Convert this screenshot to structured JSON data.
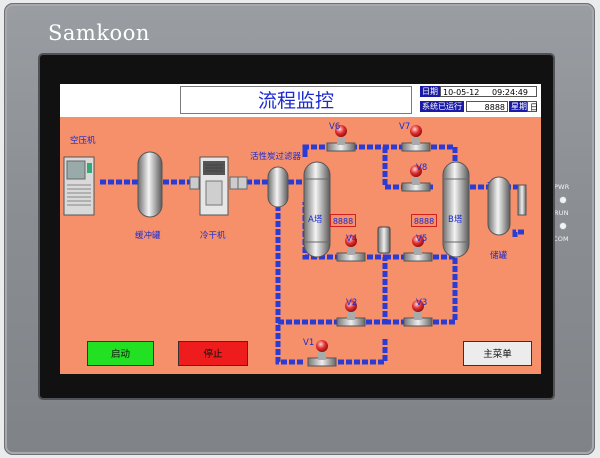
{
  "device": {
    "brand": "Samkoon",
    "leds": [
      "PWR",
      "RUN",
      "COM"
    ]
  },
  "header": {
    "title": "流程监控",
    "date_label": "日期",
    "date_value": "10-05-12",
    "time_value": "09:24:49",
    "uptime_label": "系统已运行",
    "uptime_value": "8888",
    "weekday_label": "星期",
    "weekday_value": "日"
  },
  "equipment": {
    "compressor": "空压机",
    "buffer_tank": "缓冲罐",
    "dryer": "冷干机",
    "filter": "活性炭过滤器",
    "tower_a": "A塔",
    "tower_b": "B塔",
    "storage_tank": "储罐",
    "tower_a_value": "8888",
    "tower_b_value": "8888"
  },
  "valves": [
    "V1",
    "V2",
    "V3",
    "V4",
    "V5",
    "V6",
    "V7",
    "V8"
  ],
  "buttons": {
    "start": "启动",
    "stop": "停止",
    "main_menu": "主菜单"
  },
  "colors": {
    "screen_bg": "#f5906a",
    "pipe": "#2a3bd6",
    "start": "#22e022",
    "stop": "#ee1c1c",
    "menu": "#ececec"
  }
}
